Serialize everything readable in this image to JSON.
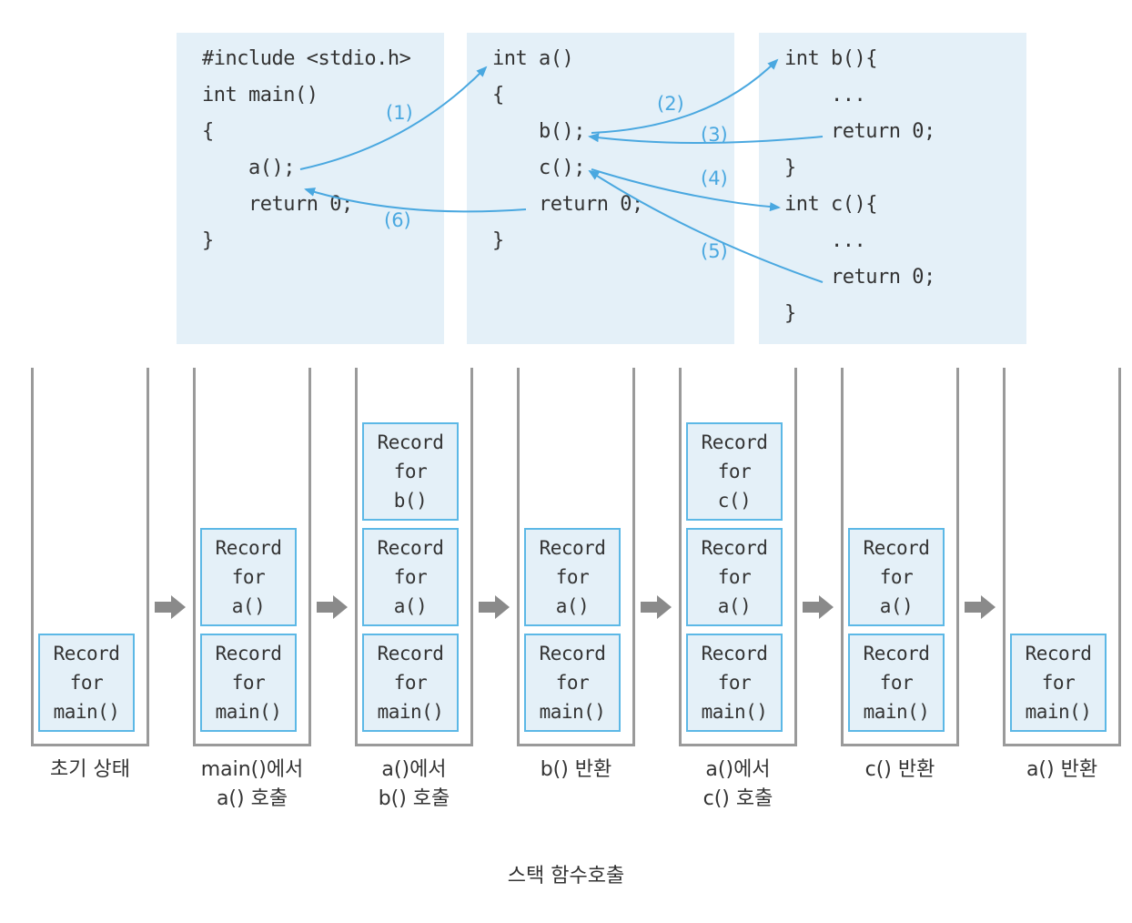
{
  "code": {
    "main": [
      "#include <stdio.h>",
      "int main()",
      "{",
      "    a();",
      "    return 0;",
      "}"
    ],
    "a": [
      "int a()",
      "{",
      "    b();",
      "    c();",
      "    return 0;",
      "}"
    ],
    "bc": [
      "int b(){",
      "    ...",
      "    return 0;",
      "}",
      "int c(){",
      "    ...",
      "    return 0;",
      "}"
    ]
  },
  "call_labels": [
    "(1)",
    "(2)",
    "(3)",
    "(4)",
    "(5)",
    "(6)"
  ],
  "record": {
    "line1": "Record",
    "line2": "for",
    "main": "main()",
    "a": "a()",
    "b": "b()",
    "c": "c()"
  },
  "stacks": [
    {
      "frames": [
        "main"
      ],
      "caption": [
        "초기 상태"
      ]
    },
    {
      "frames": [
        "main",
        "a"
      ],
      "caption": [
        "main()에서",
        "a() 호출"
      ]
    },
    {
      "frames": [
        "main",
        "a",
        "b"
      ],
      "caption": [
        "a()에서",
        "b() 호출"
      ]
    },
    {
      "frames": [
        "main",
        "a"
      ],
      "caption": [
        "b() 반환"
      ]
    },
    {
      "frames": [
        "main",
        "a",
        "c"
      ],
      "caption": [
        "a()에서",
        "c() 호출"
      ]
    },
    {
      "frames": [
        "main",
        "a"
      ],
      "caption": [
        "c() 반환"
      ]
    },
    {
      "frames": [
        "main"
      ],
      "caption": [
        "a() 반환"
      ]
    }
  ],
  "title": "스택 함수호출",
  "colors": {
    "panel": "#e4f0f8",
    "arrow": "#4aa8e0",
    "record_border": "#5cb8e6",
    "step_arrow": "#8a8a8a"
  }
}
